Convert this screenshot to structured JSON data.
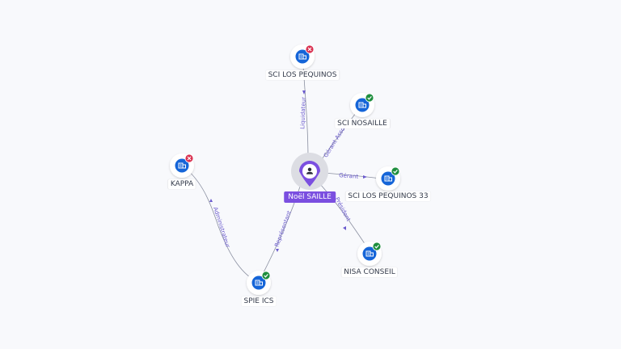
{
  "center": {
    "name": "Noël SAILLE",
    "icon": "person-icon",
    "color": "#7b4fe0"
  },
  "companies": [
    {
      "id": "sci-los-pequinos",
      "name": "SCI LOS PEQUINOS",
      "status": "inactive",
      "status_icon": "cross-icon"
    },
    {
      "id": "sci-nosaille",
      "name": "SCI NOSAILLE",
      "status": "active",
      "status_icon": "check-icon"
    },
    {
      "id": "sci-los-pequinos-33",
      "name": "SCI LOS PEQUINOS 33",
      "status": "active",
      "status_icon": "check-icon"
    },
    {
      "id": "nisa-conseil",
      "name": "NISA CONSEIL",
      "status": "active",
      "status_icon": "check-icon"
    },
    {
      "id": "spie-ics",
      "name": "SPIE ICS",
      "status": "active",
      "status_icon": "check-icon"
    },
    {
      "id": "kappa",
      "name": "KAPPA",
      "status": "inactive",
      "status_icon": "cross-icon"
    }
  ],
  "edges": [
    {
      "from": "center",
      "to": "sci-los-pequinos",
      "label": "Liquidateur"
    },
    {
      "from": "center",
      "to": "sci-nosaille",
      "label": "Gérant Associé"
    },
    {
      "from": "center",
      "to": "sci-los-pequinos-33",
      "label": "Gérant"
    },
    {
      "from": "center",
      "to": "nisa-conseil",
      "label": "Président"
    },
    {
      "from": "center",
      "to": "spie-ics",
      "label": "Représentant"
    },
    {
      "from": "spie-ics",
      "to": "kappa",
      "label": "Administrateur"
    }
  ],
  "colors": {
    "company_icon": "#1565d8",
    "active": "#1e8e3e",
    "inactive": "#d93151",
    "edge": "#8a8fa0",
    "edge_label": "#6a5acd"
  }
}
